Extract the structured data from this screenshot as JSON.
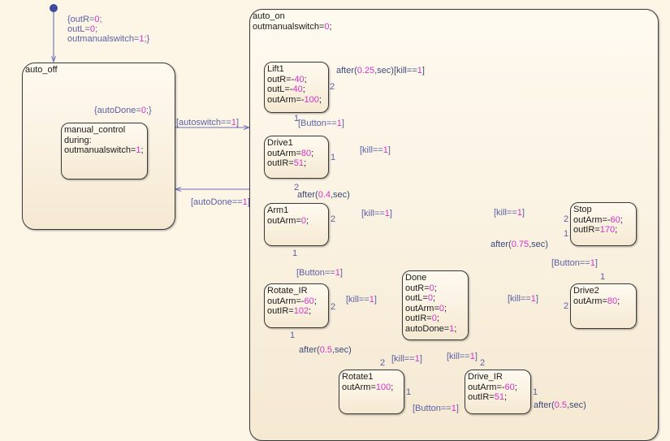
{
  "top_default_action": {
    "lines": [
      [
        {
          "t": "{outR="
        },
        {
          "n": "0"
        },
        {
          "t": ";"
        }
      ],
      [
        {
          "t": "outL="
        },
        {
          "n": "0"
        },
        {
          "t": ";"
        }
      ],
      [
        {
          "t": "outmanualswitch="
        },
        {
          "n": "1"
        },
        {
          "t": ";}"
        }
      ]
    ]
  },
  "auto_off": {
    "name": "auto_off",
    "default_action": [
      {
        "t": "{autoDone="
      },
      {
        "n": "0"
      },
      {
        "t": ";}"
      }
    ],
    "manual_control": {
      "lines": [
        [
          {
            "t": "manual_control"
          }
        ],
        [
          {
            "t": "during:"
          }
        ],
        [
          {
            "t": "outmanualswitch="
          },
          {
            "n": "1"
          },
          {
            "t": ";"
          }
        ]
      ]
    }
  },
  "auto_on": {
    "lines": [
      [
        {
          "t": "auto_on"
        }
      ],
      [
        {
          "t": "outmanualswitch="
        },
        {
          "n": "0"
        },
        {
          "t": ";"
        }
      ]
    ]
  },
  "states": {
    "lift1": [
      [
        {
          "t": "Lift1"
        }
      ],
      [
        {
          "t": "outR=-"
        },
        {
          "n": "40"
        },
        {
          "t": ";"
        }
      ],
      [
        {
          "t": "outL=-"
        },
        {
          "n": "40"
        },
        {
          "t": ";"
        }
      ],
      [
        {
          "t": "outArm=-"
        },
        {
          "n": "100"
        },
        {
          "t": ";"
        }
      ]
    ],
    "drive1": [
      [
        {
          "t": "Drive1"
        }
      ],
      [
        {
          "t": "outArm="
        },
        {
          "n": "80"
        },
        {
          "t": ";"
        }
      ],
      [
        {
          "t": "outIR="
        },
        {
          "n": "51"
        },
        {
          "t": ";"
        }
      ]
    ],
    "arm1": [
      [
        {
          "t": "Arm1"
        }
      ],
      [
        {
          "t": "outArm="
        },
        {
          "n": "0"
        },
        {
          "t": ";"
        }
      ]
    ],
    "rotate_ir": [
      [
        {
          "t": "Rotate_IR"
        }
      ],
      [
        {
          "t": "outArm=-"
        },
        {
          "n": "60"
        },
        {
          "t": ";"
        }
      ],
      [
        {
          "t": "outIR="
        },
        {
          "n": "102"
        },
        {
          "t": ";"
        }
      ]
    ],
    "done": [
      [
        {
          "t": "Done"
        }
      ],
      [
        {
          "t": "outR="
        },
        {
          "n": "0"
        },
        {
          "t": ";"
        }
      ],
      [
        {
          "t": "outL="
        },
        {
          "n": "0"
        },
        {
          "t": ";"
        }
      ],
      [
        {
          "t": "outArm="
        },
        {
          "n": "0"
        },
        {
          "t": ";"
        }
      ],
      [
        {
          "t": "outIR="
        },
        {
          "n": "0"
        },
        {
          "t": ";"
        }
      ],
      [
        {
          "t": "autoDone="
        },
        {
          "n": "1"
        },
        {
          "t": ";"
        }
      ]
    ],
    "stop": [
      [
        {
          "t": "Stop"
        }
      ],
      [
        {
          "t": "outArm=-"
        },
        {
          "n": "60"
        },
        {
          "t": ";"
        }
      ],
      [
        {
          "t": "outIR="
        },
        {
          "n": "170"
        },
        {
          "t": ";"
        }
      ]
    ],
    "drive2": [
      [
        {
          "t": "Drive2"
        }
      ],
      [
        {
          "t": "outArm="
        },
        {
          "n": "80"
        },
        {
          "t": ";"
        }
      ]
    ],
    "rotate1": [
      [
        {
          "t": "Rotate1"
        }
      ],
      [
        {
          "t": "outArm="
        },
        {
          "n": "100"
        },
        {
          "t": ";"
        }
      ]
    ],
    "drive_ir": [
      [
        {
          "t": "Drive_IR"
        }
      ],
      [
        {
          "t": "outArm=-"
        },
        {
          "n": "60"
        },
        {
          "t": ";"
        }
      ],
      [
        {
          "t": "outIR="
        },
        {
          "n": "51"
        },
        {
          "t": ";"
        }
      ]
    ]
  },
  "transitions": {
    "autoswitch": [
      {
        "t": "[autoswitch=="
      },
      {
        "n": "1"
      },
      {
        "t": "]"
      }
    ],
    "autodone": [
      {
        "t": "[autoDone=="
      },
      {
        "n": "1"
      },
      {
        "t": "]"
      }
    ],
    "lift1_kill": [
      {
        "t": "after("
      },
      {
        "n": "0.25"
      },
      {
        "t": ",sec)[kill=="
      },
      {
        "n": "1"
      },
      {
        "t": "]"
      }
    ],
    "lift1_button": [
      {
        "t": "[Button=="
      },
      {
        "n": "1"
      },
      {
        "t": "]"
      }
    ],
    "drive1_kill": [
      {
        "t": "[kill=="
      },
      {
        "n": "1"
      },
      {
        "t": "]"
      }
    ],
    "drive1_after": [
      {
        "t": "after("
      },
      {
        "n": "0.4"
      },
      {
        "t": ",sec)"
      }
    ],
    "arm1_kill": [
      {
        "t": "[kill=="
      },
      {
        "n": "1"
      },
      {
        "t": "]"
      }
    ],
    "arm1_button": [
      {
        "t": "[Button=="
      },
      {
        "n": "1"
      },
      {
        "t": "]"
      }
    ],
    "rotateir_kill": [
      {
        "t": "[kill=="
      },
      {
        "n": "1"
      },
      {
        "t": "]"
      }
    ],
    "rotateir_after": [
      {
        "t": "after("
      },
      {
        "n": "0.5"
      },
      {
        "t": ",sec)"
      }
    ],
    "stop_kill": [
      {
        "t": "[kill=="
      },
      {
        "n": "1"
      },
      {
        "t": "]"
      }
    ],
    "stop_after": [
      {
        "t": "after("
      },
      {
        "n": "0.75"
      },
      {
        "t": ",sec)"
      }
    ],
    "drive2_button": [
      {
        "t": "[Button=="
      },
      {
        "n": "1"
      },
      {
        "t": "]"
      }
    ],
    "drive2_kill": [
      {
        "t": "[kill=="
      },
      {
        "n": "1"
      },
      {
        "t": "]"
      }
    ],
    "rotate1_kill": [
      {
        "t": "[kill=="
      },
      {
        "n": "1"
      },
      {
        "t": "]"
      }
    ],
    "driveir_kill": [
      {
        "t": "[kill=="
      },
      {
        "n": "1"
      },
      {
        "t": "]"
      }
    ],
    "rotate1_button": [
      {
        "t": "[Button=="
      },
      {
        "n": "1"
      },
      {
        "t": "]"
      }
    ],
    "driveir_after": [
      {
        "t": "after("
      },
      {
        "n": "0.5"
      },
      {
        "t": ",sec)"
      }
    ]
  },
  "execution_order": {
    "one": "1",
    "two": "2"
  },
  "colors": {
    "transition": "#6b70b8",
    "junction": "#d4823a",
    "default_dot": "#3f4a9e",
    "numeric": "#d433c8",
    "border": "#3a3a3a"
  }
}
